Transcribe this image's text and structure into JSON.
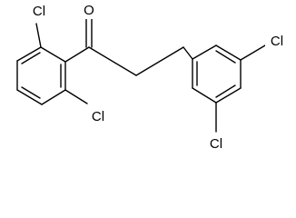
{
  "molecule": {
    "atoms": {
      "cl_top_left": "Cl",
      "oxygen": "O",
      "cl_bottom_left": "Cl",
      "cl_right": "Cl",
      "cl_bottom_right": "Cl"
    }
  }
}
